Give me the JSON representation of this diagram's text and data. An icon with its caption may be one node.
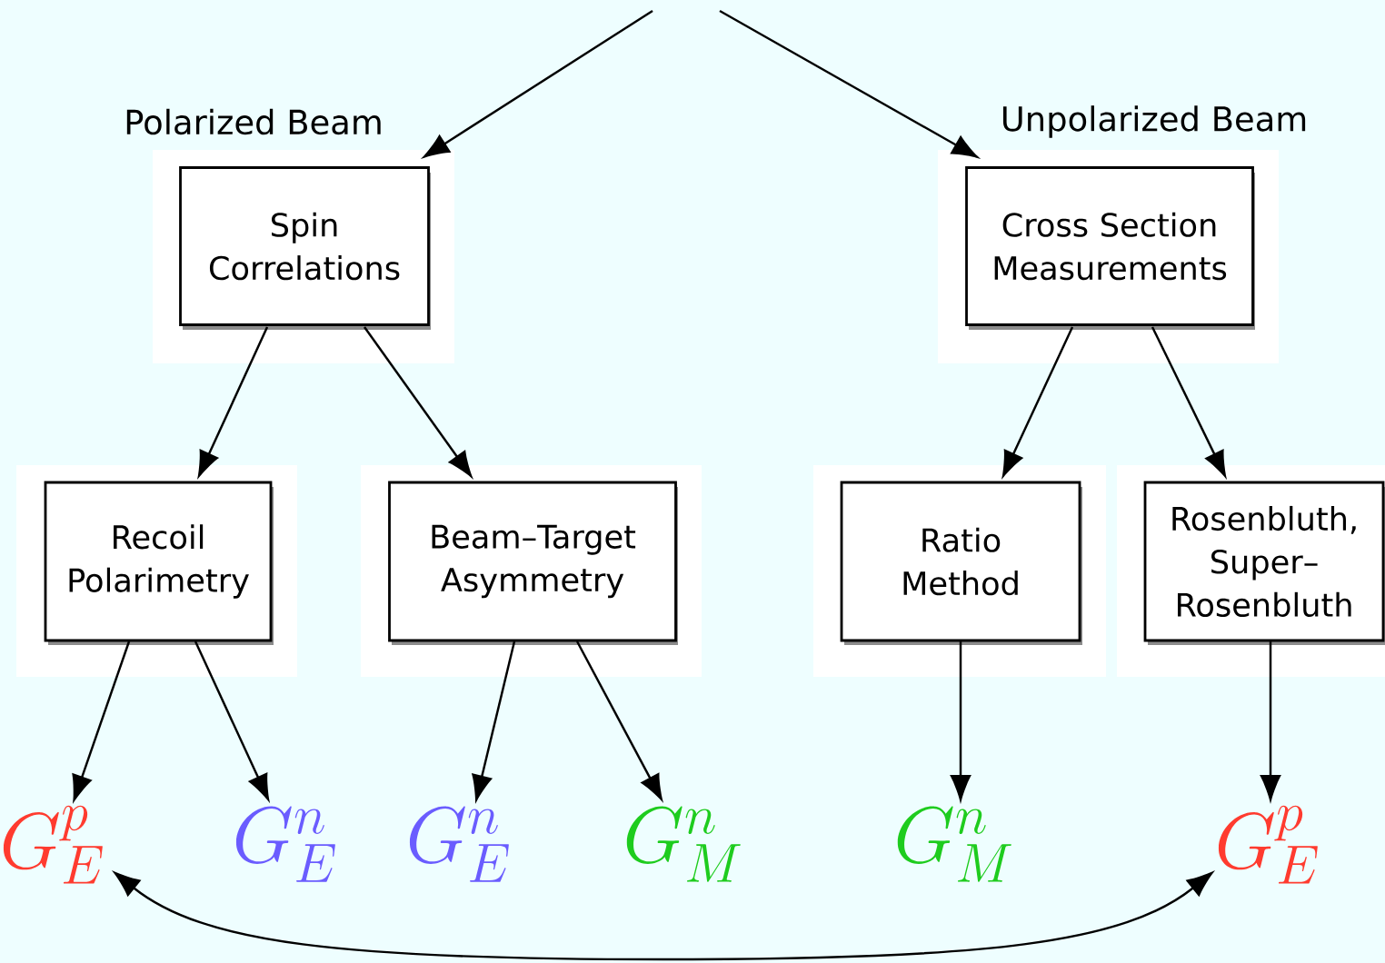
{
  "diagram": {
    "nodes": [
      {
        "text": [
          "Spin Correlations"
        ],
        "beside": [
          "Polarized Beam"
        ]
      },
      {
        "text": [
          "Cross Section Measurements"
        ],
        "beside": [
          "Unpolarized Beam"
        ]
      },
      {
        "text": [
          "Recoil Polarimetry"
        ]
      },
      {
        "text": [
          "Beam–Target Asymmetry"
        ]
      },
      {
        "text": [
          "Ratio Method"
        ]
      },
      {
        "text": [
          "Rosenbluth, Super–Rosenbluth"
        ]
      },
      {
        "text": [
          "G_E^p"
        ]
      },
      {
        "text": [
          "G_E^n"
        ]
      },
      {
        "text": [
          "G_E^n"
        ]
      },
      {
        "text": [
          "G_M^n"
        ]
      },
      {
        "text": [
          "G_M^n"
        ]
      },
      {
        "text": [
          "G_E^p"
        ]
      }
    ],
    "edges": [
      {
        "from": null,
        "to": 0,
        "arrow": "to"
      },
      {
        "from": null,
        "to": 1,
        "arrow": "to"
      },
      {
        "from": 0,
        "to": 2,
        "arrow": "to"
      },
      {
        "from": 0,
        "to": 3,
        "arrow": "to"
      },
      {
        "from": 1,
        "to": 4,
        "arrow": "to"
      },
      {
        "from": 1,
        "to": 5,
        "arrow": "to"
      },
      {
        "from": 2,
        "to": 6,
        "arrow": "to"
      },
      {
        "from": 2,
        "to": 7,
        "arrow": "to"
      },
      {
        "from": 3,
        "to": 8,
        "arrow": "to"
      },
      {
        "from": 3,
        "to": 9,
        "arrow": "to"
      },
      {
        "from": 4,
        "to": 10,
        "arrow": "to"
      },
      {
        "from": 5,
        "to": 11,
        "arrow": "to"
      },
      {
        "from": 6,
        "to": 11,
        "arrow": "both"
      }
    ]
  }
}
